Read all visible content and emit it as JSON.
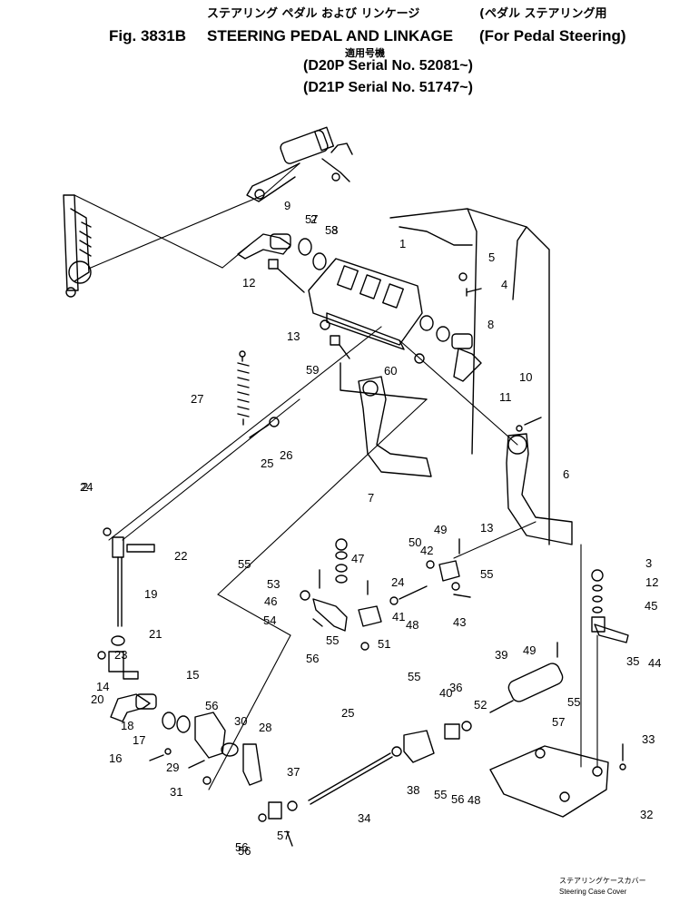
{
  "header": {
    "title_jp": "ステアリング ペダル および リンケージ",
    "qualifier_jp": "(ペダル ステアリング用",
    "fig_number": "Fig. 3831B",
    "title_en": "STEERING PEDAL AND LINKAGE",
    "qualifier_en": "(For Pedal Steering)",
    "applicability_jp": "適用号機",
    "serial_lines": [
      "(D20P   Serial No. 52081~)",
      "(D21P   Serial No. 51747~)"
    ]
  },
  "caption": {
    "jp": "ステアリングケースカバー",
    "en": "Steering Case Cover"
  },
  "callouts": [
    "1",
    "2",
    "3",
    "4",
    "5",
    "6",
    "7",
    "8",
    "9",
    "10",
    "11",
    "12",
    "13",
    "15",
    "16",
    "17",
    "18",
    "19",
    "20",
    "21",
    "22",
    "23",
    "24",
    "25",
    "26",
    "27",
    "28",
    "29",
    "30",
    "31",
    "32",
    "33",
    "34",
    "35",
    "36",
    "37",
    "38",
    "39",
    "40",
    "41",
    "42",
    "43",
    "44",
    "45",
    "46",
    "47",
    "48",
    "49",
    "50",
    "51",
    "52",
    "53",
    "54",
    "55",
    "56",
    "57",
    "58",
    "59",
    "60",
    "14",
    "2",
    "3",
    "12",
    "13",
    "24",
    "25",
    "48",
    "49",
    "55",
    "55",
    "55",
    "55",
    "55",
    "56",
    "56",
    "56",
    "56",
    "57",
    "57",
    "57",
    "57",
    "57"
  ]
}
